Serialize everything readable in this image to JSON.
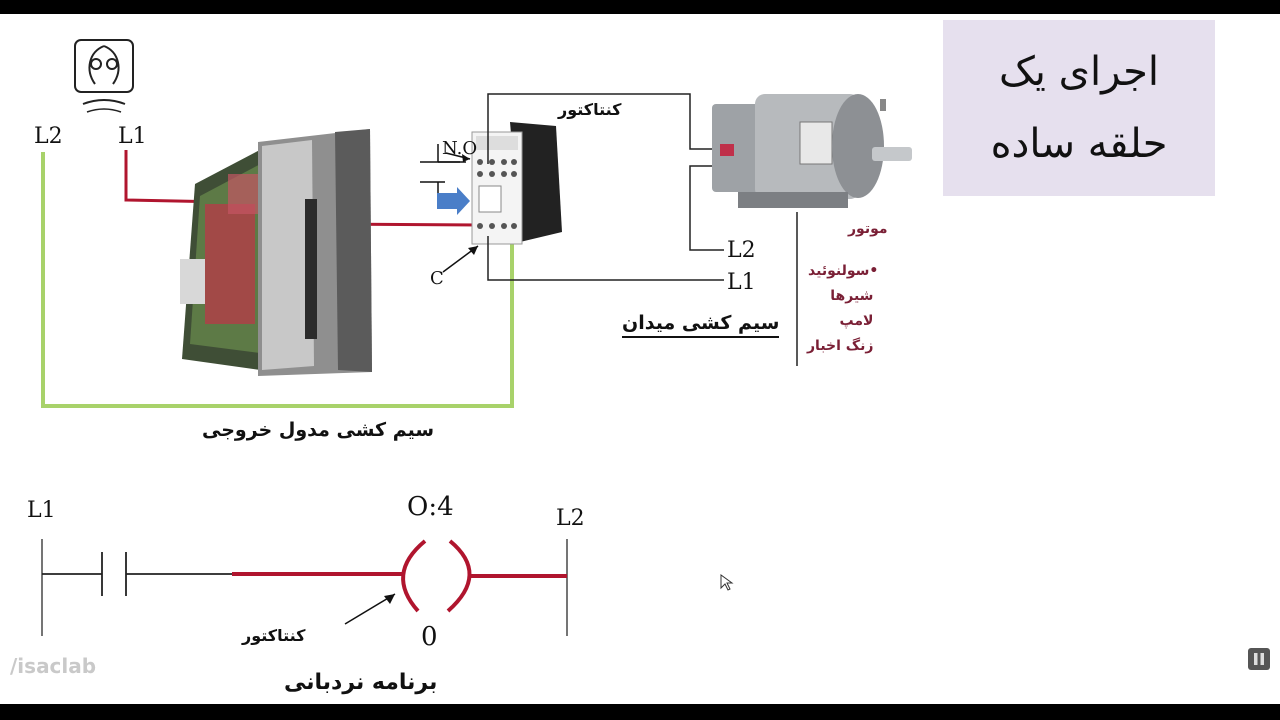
{
  "title": {
    "line1": "اجرای یک",
    "line2": "حلقه ساده"
  },
  "labels": {
    "top_l2": "L2",
    "top_l1": "L1",
    "no_contact": "N.O",
    "common": "C",
    "contactor_top": "کنتاکتور",
    "motor": "موتور",
    "field_l2": "L2",
    "field_l1": "L1",
    "field_wiring": "سیم کشی میدان",
    "module_wiring": "سیم کشی مدول خروجی",
    "ladder_l1": "L1",
    "ladder_l2": "L2",
    "coil_address": "O:4",
    "coil_bit": "0",
    "contactor_bottom": "کنتاکتور",
    "ladder_program": "برنامه نردبانی"
  },
  "devices": [
    "سولنوئید",
    "شیرها",
    "لامپ",
    "زنگ اخبار"
  ],
  "watermark": "/isaclab",
  "colors": {
    "red_wire": "#b0152e",
    "green_wire": "#a8d26a",
    "title_bg": "#e6e0ee",
    "device_text": "#7a1f35"
  }
}
